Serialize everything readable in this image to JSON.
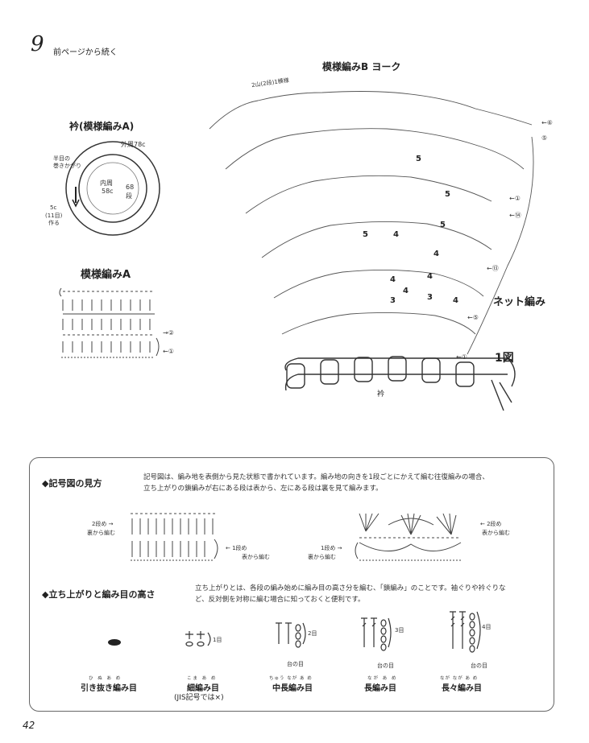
{
  "header": {
    "number": "9",
    "continued": "前ページから続く"
  },
  "collar": {
    "title": "衿(模様編みA)",
    "outer": "外周78c",
    "start_note_1": "半目の",
    "start_note_2": "巻きかがり",
    "inner_1": "内周",
    "inner_2": "58c",
    "rows_1": "68",
    "rows_2": "段",
    "made_1": "5c",
    "made_2": "(11目)",
    "made_3": "作る"
  },
  "pattern_a": {
    "title": "模様編みA",
    "row2": "→②",
    "row1": "←①"
  },
  "pattern_b": {
    "title": "模様編みB ヨーク",
    "repeat": "2山(2段)1模様",
    "net": "ネット編み",
    "fig": "1図",
    "collar_label": "衿",
    "row_markers": [
      "←⑥",
      "⑤",
      "←①",
      "←⑭",
      "←⑬",
      "←⑤",
      "←①"
    ],
    "counts": [
      "5",
      "5",
      "5",
      "5",
      "4",
      "4",
      "4",
      "4",
      "4",
      "3",
      "3",
      "4"
    ]
  },
  "legend": {
    "sec1_title": "◆記号図の見方",
    "sec1_text_1": "記号図は、編み地を表側から見た状態で書かれています。編み地の向きを1段ごとにかえて編む往復編みの場合、",
    "sec1_text_2": "立ち上がりの鎖編みが右にある段は表から、左にある段は裏を見て編みます。",
    "left_row2_a": "2段め →",
    "left_row2_b": "裏から編む",
    "left_row1_a": "← 1段め",
    "left_row1_b": "表から編む",
    "right_row2_a": "← 2段め",
    "right_row2_b": "表から編む",
    "right_row1_a": "1段め →",
    "right_row1_b": "裏から編む",
    "sec2_title": "◆立ち上がりと編み目の高さ",
    "sec2_text_1": "立ち上がりとは、各段の編み始めに編み目の高さ分を編む、「鎖編み」のことです。袖ぐりや衿ぐりな",
    "sec2_text_2": "ど、反対側を対称に編む場合に知っておくと便利です。",
    "stitches": [
      {
        "ruby": "ひ ぬ あ め",
        "name": "引き抜き編み目",
        "note": ""
      },
      {
        "ruby": "こま あ め",
        "name": "細編み目",
        "note": "1目",
        "sub": "(JIS記号では×)"
      },
      {
        "ruby": "ちゅう なが あ め",
        "name": "中長編み目",
        "note": "2目",
        "base": "台の目"
      },
      {
        "ruby": "なが あ め",
        "name": "長編み目",
        "note": "3目",
        "base": "台の目"
      },
      {
        "ruby": "なが なが あ め",
        "name": "長々編み目",
        "note": "4目",
        "base": "台の目"
      }
    ]
  },
  "footer": {
    "page": "42"
  }
}
